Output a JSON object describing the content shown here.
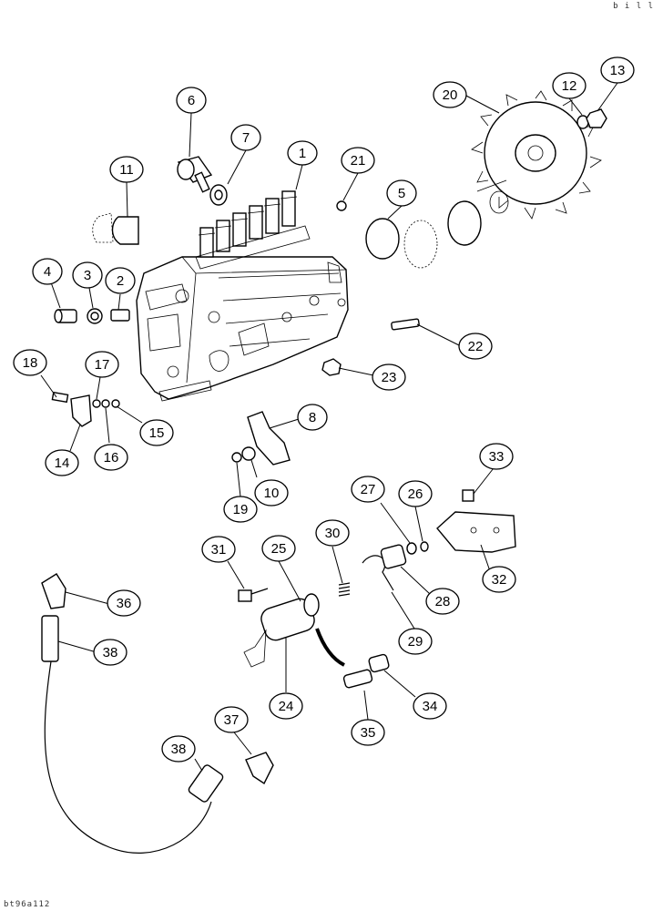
{
  "header": {
    "code": "b i l l"
  },
  "footer": {
    "figure_id": "bt96a112"
  },
  "callouts": [
    "1",
    "2",
    "3",
    "4",
    "5",
    "6",
    "7",
    "8",
    "10",
    "11",
    "12",
    "13",
    "14",
    "15",
    "16",
    "17",
    "18",
    "19",
    "20",
    "21",
    "22",
    "23",
    "24",
    "25",
    "26",
    "27",
    "28",
    "29",
    "30",
    "31",
    "32",
    "33",
    "34",
    "35",
    "36",
    "37",
    "38",
    "38"
  ]
}
